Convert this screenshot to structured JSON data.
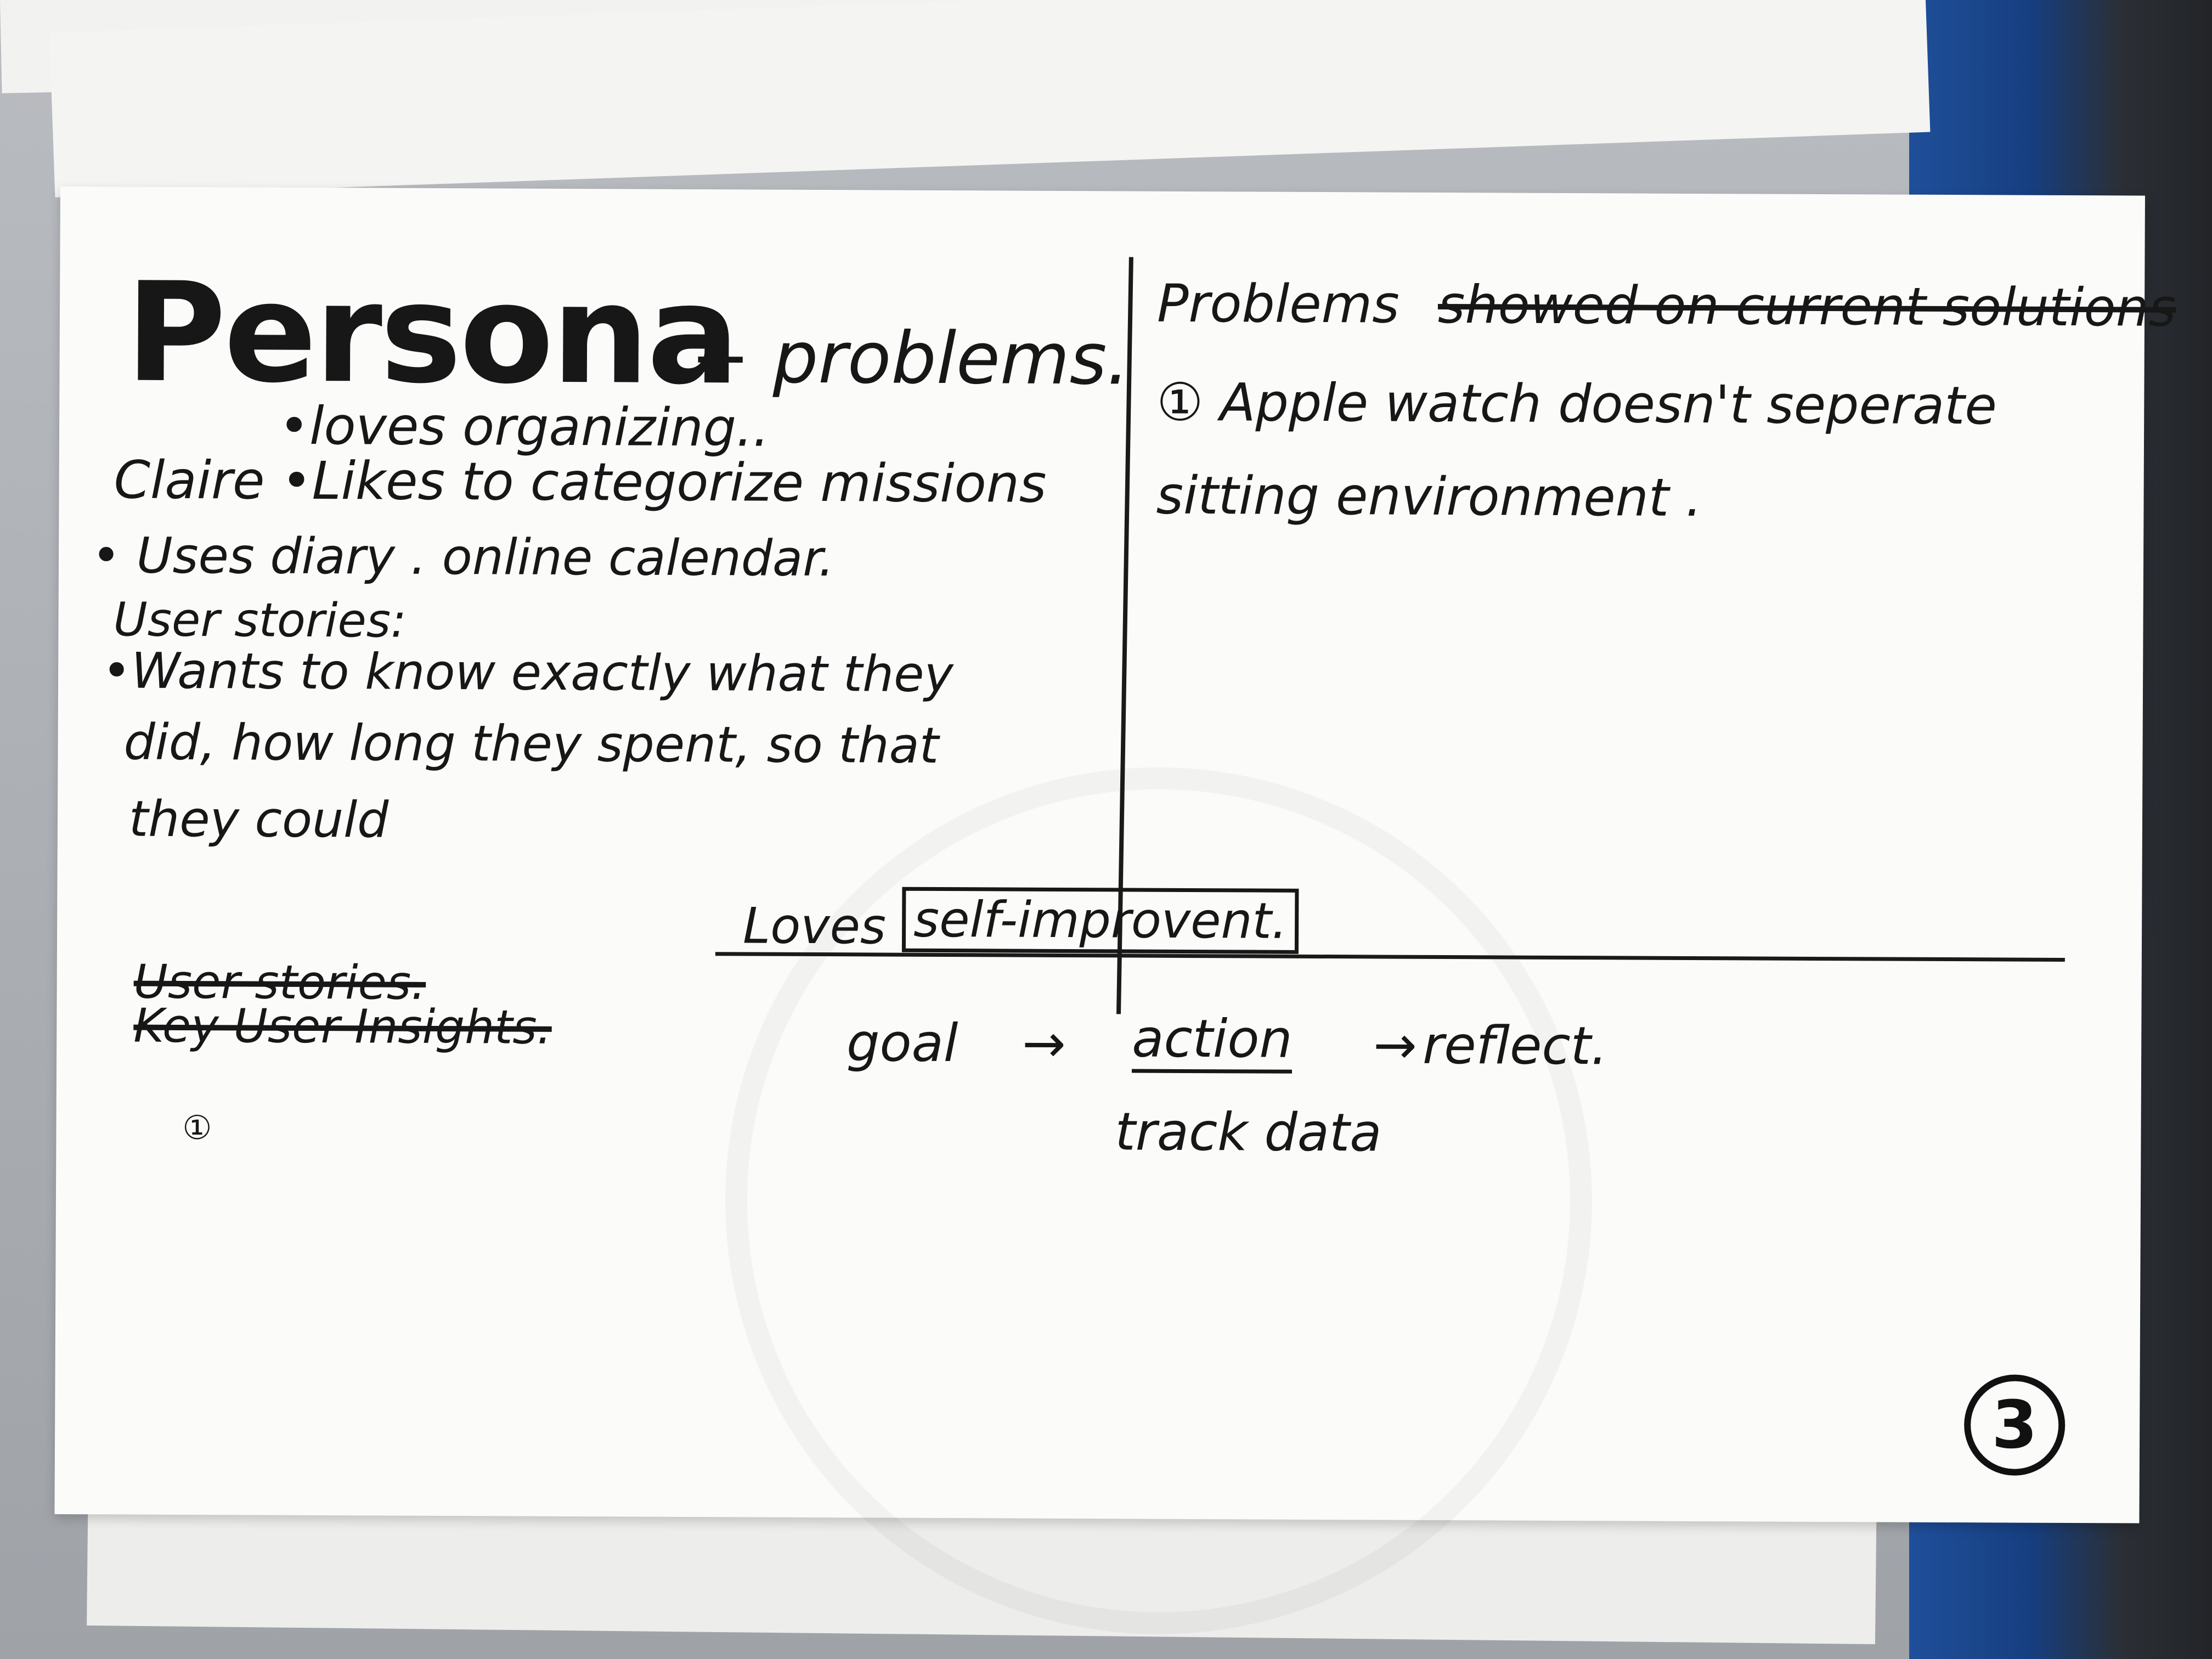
{
  "title": "Persona",
  "title_suffix": "+ problems.",
  "persona": {
    "loves_organizing": "•loves organizing..",
    "name_line": "Claire •Likes to categorize missions",
    "uses": "• Uses diary . online calendar.",
    "user_stories_label": "User stories:",
    "story_1": "•Wants to know exactly what they",
    "story_2": "did, how long they spent, so that",
    "story_3": "they could"
  },
  "problems": {
    "heading": "Problems",
    "struck": "showed on current solutions",
    "item_1": "① Apple watch doesn't seperate",
    "item_2": "sitting environment ."
  },
  "middle": {
    "loves": "Loves",
    "self_improvement": "self-improvent."
  },
  "insights": {
    "struck_1": "User stories.",
    "struck_2": "Key User Insights.",
    "bullet": "①"
  },
  "flow": {
    "goal": "goal",
    "arrow_1": "→",
    "action": "action",
    "arrow_2": "→",
    "reflect": "reflect.",
    "track": "track data"
  },
  "page_number": "3"
}
